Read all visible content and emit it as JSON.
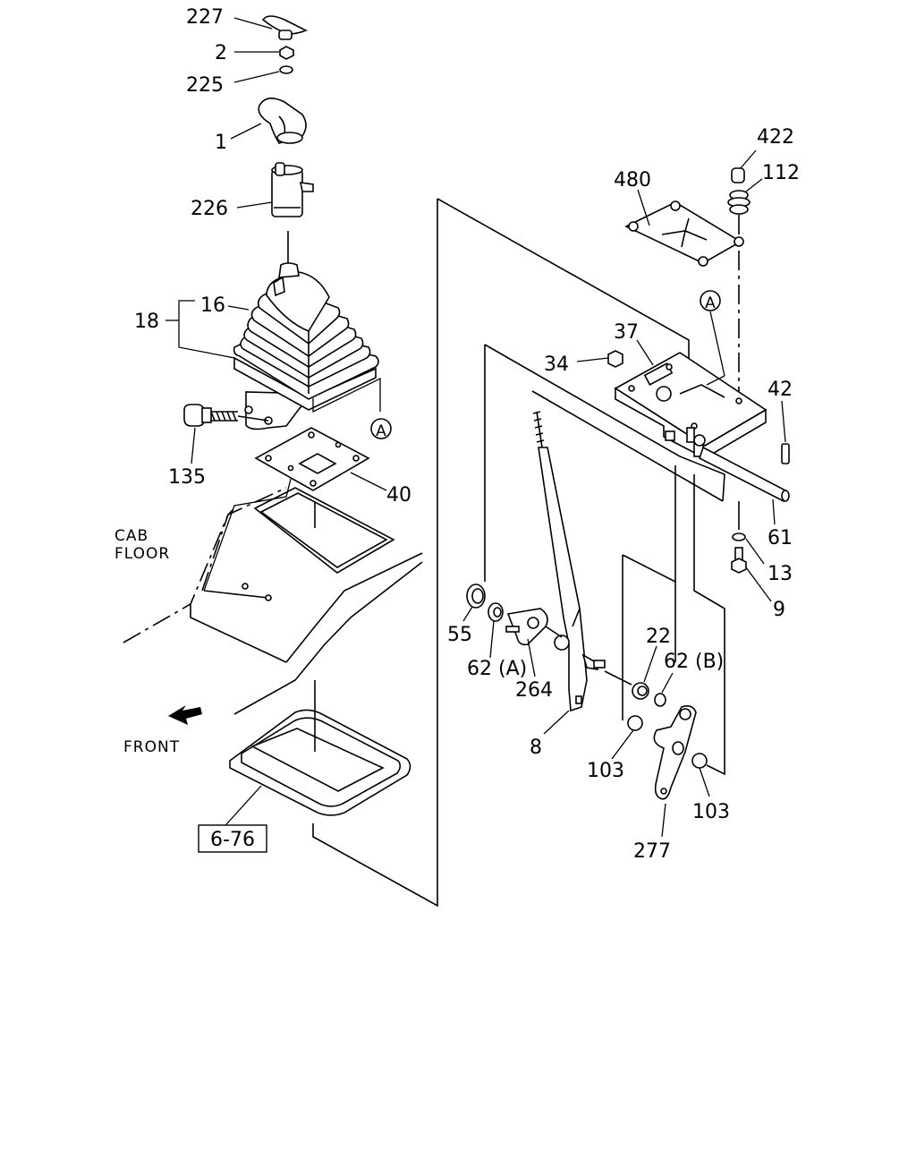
{
  "diagram": {
    "type": "exploded-parts-diagram",
    "labels": {
      "p227": "227",
      "p2": "2",
      "p225": "225",
      "p1": "1",
      "p226": "226",
      "p16": "16",
      "p18": "18",
      "p135": "135",
      "p40": "40",
      "p422": "422",
      "p112": "112",
      "p480": "480",
      "p37": "37",
      "p34": "34",
      "p42": "42",
      "p61": "61",
      "p13": "13",
      "p9": "9",
      "p55": "55",
      "p62a": "62 (A)",
      "p264": "264",
      "p22": "22",
      "p62b": "62 (B)",
      "p8": "8",
      "p103a": "103",
      "p103b": "103",
      "p277": "277"
    },
    "ref_marks": {
      "a_left": "A",
      "a_right": "A"
    },
    "text": {
      "cab": "CAB",
      "floor": "FLOOR",
      "front": "FRONT"
    },
    "ref_box": "6-76"
  }
}
